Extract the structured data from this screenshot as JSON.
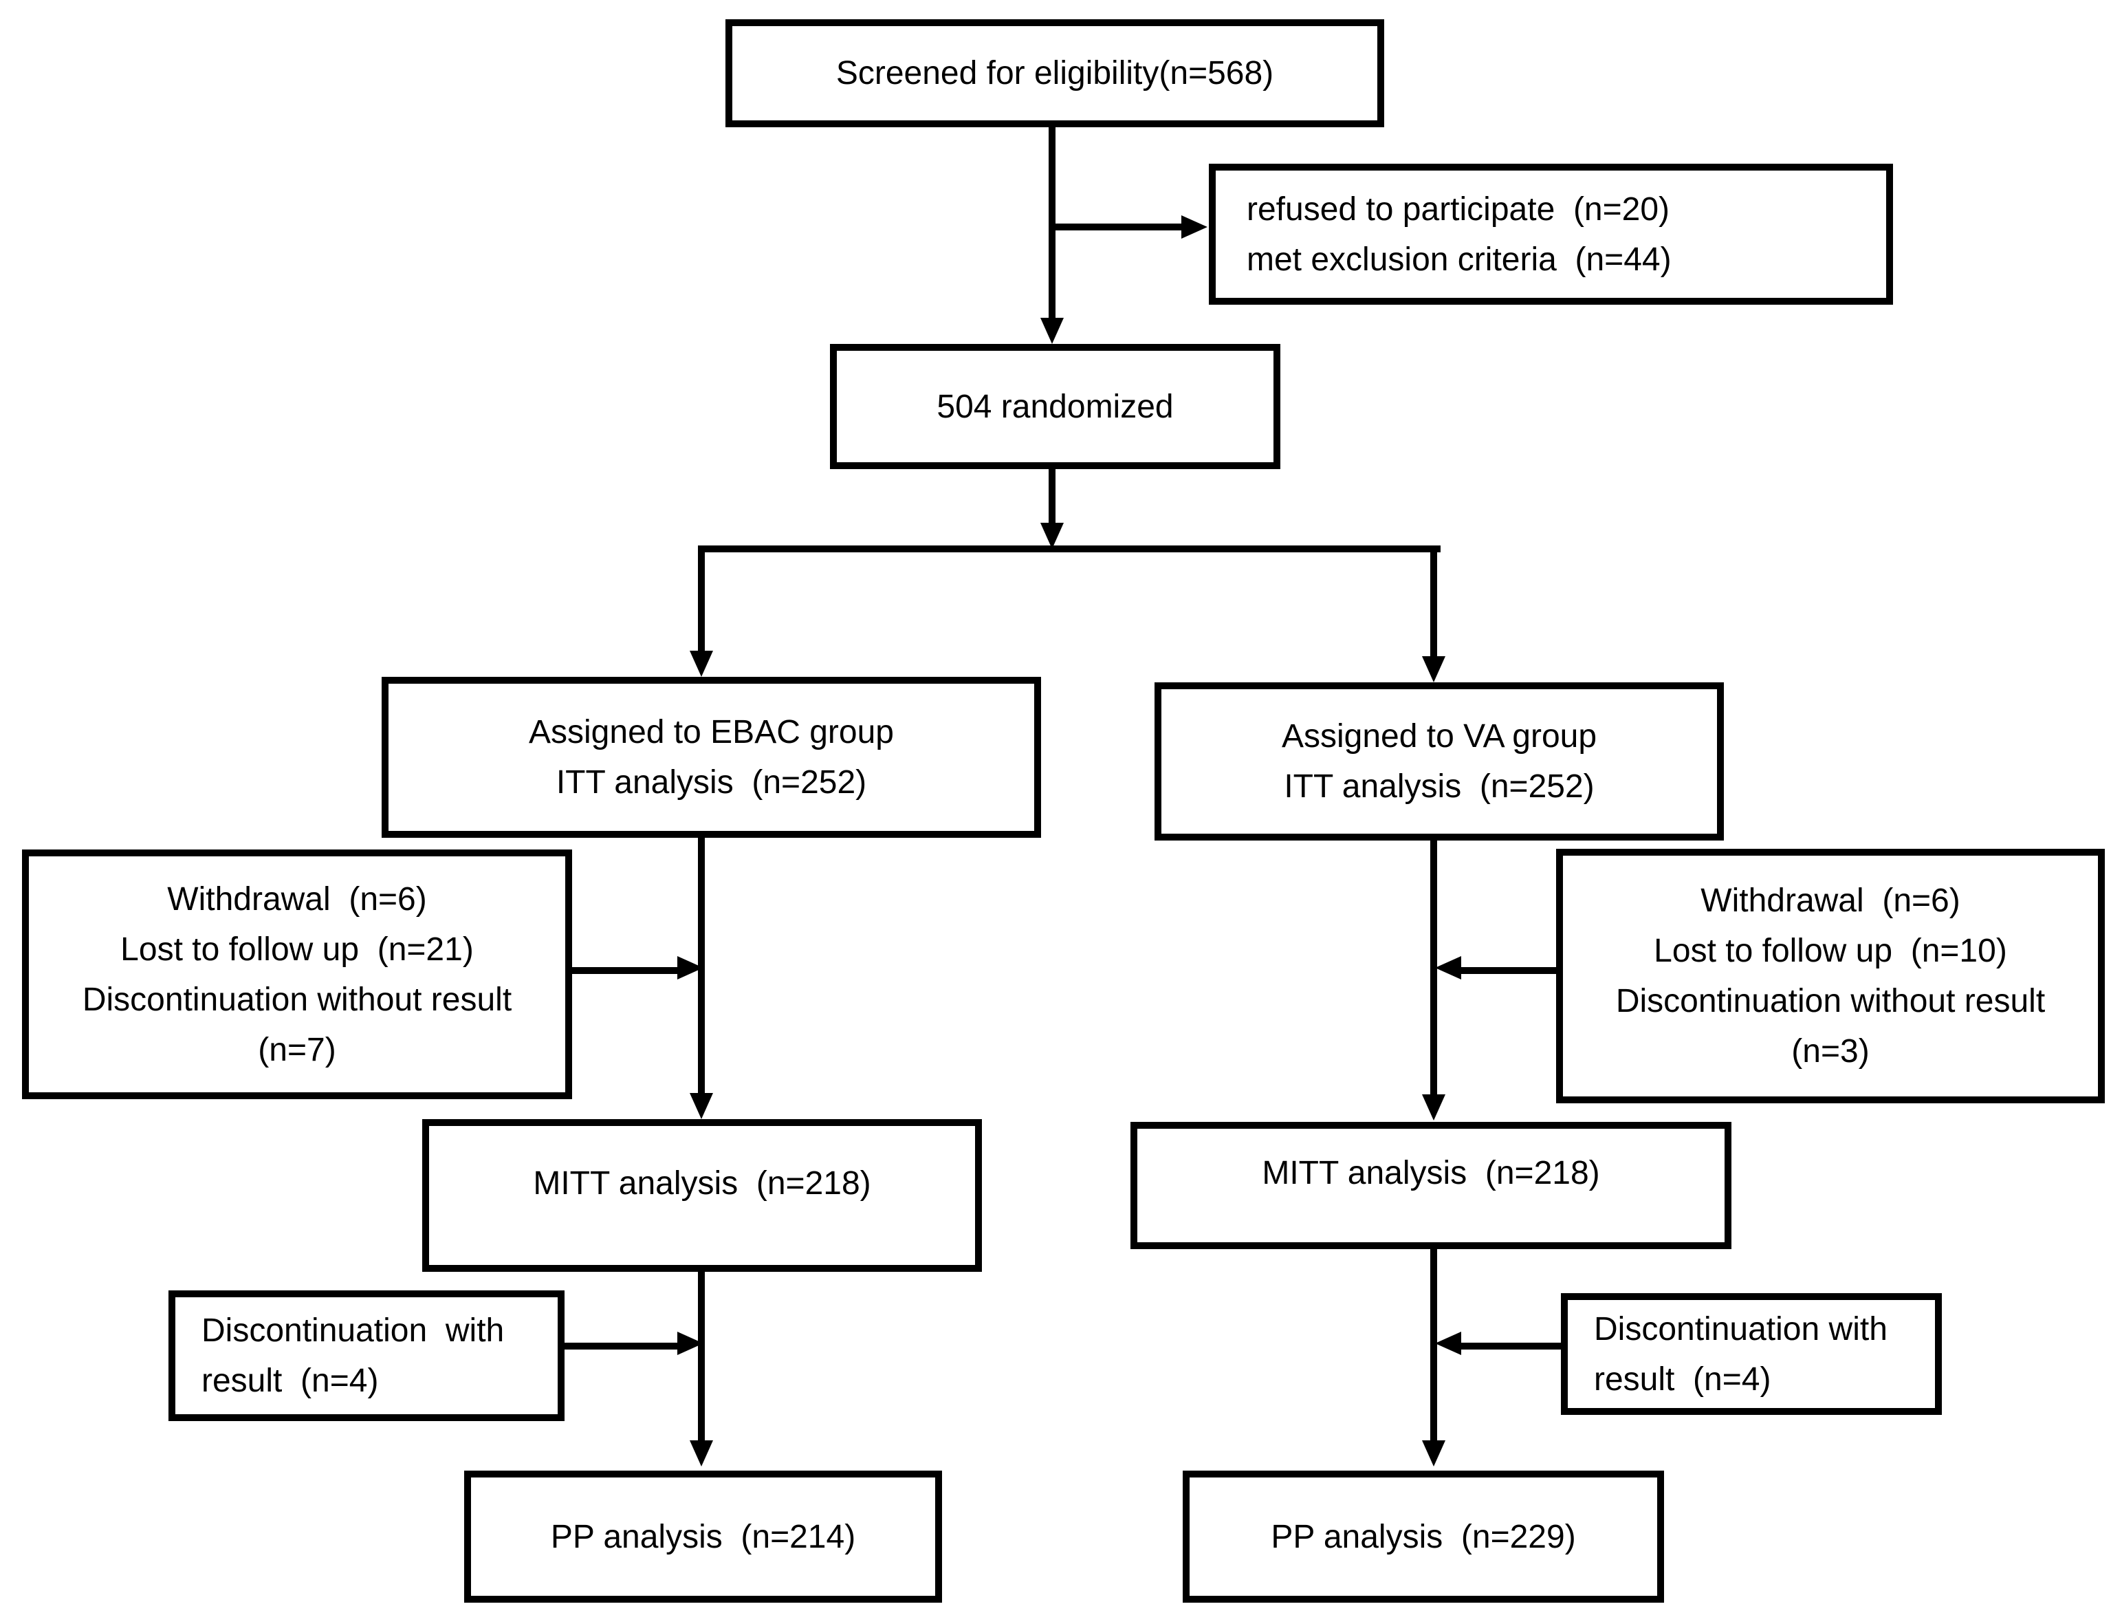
{
  "figure": {
    "type": "consort-flow-diagram",
    "background_color": "#ffffff",
    "line_color": "#000000",
    "boxes": {
      "screened": {
        "lines": [
          "Screened for eligibility(n=568)"
        ]
      },
      "excluded": {
        "lines": [
          "refused to participate  (n=20)",
          "met exclusion criteria  (n=44)"
        ]
      },
      "randomized": {
        "lines": [
          "504 randomized"
        ]
      },
      "ebac": {
        "lines": [
          "Assigned to EBAC group",
          "ITT analysis  (n=252)"
        ]
      },
      "va": {
        "lines": [
          "Assigned to VA group",
          "ITT analysis  (n=252)"
        ]
      },
      "withdraw_left": {
        "lines": [
          "Withdrawal  (n=6)",
          "Lost to follow up  (n=21)",
          "Discontinuation without result",
          "(n=7)"
        ]
      },
      "withdraw_right": {
        "lines": [
          "Withdrawal  (n=6)",
          "Lost to follow up  (n=10)",
          "Discontinuation without result",
          "(n=3)"
        ]
      },
      "mitt_left": {
        "lines": [
          "MITT analysis  (n=218)"
        ]
      },
      "mitt_right": {
        "lines": [
          "MITT analysis  (n=218)"
        ]
      },
      "disc_left": {
        "lines": [
          "Discontinuation  with",
          "result  (n=4)"
        ]
      },
      "disc_right": {
        "lines": [
          "Discontinuation with",
          "result  (n=4)"
        ]
      },
      "pp_left": {
        "lines": [
          "PP analysis  (n=214)"
        ]
      },
      "pp_right": {
        "lines": [
          "PP analysis  (n=229)"
        ]
      }
    }
  }
}
